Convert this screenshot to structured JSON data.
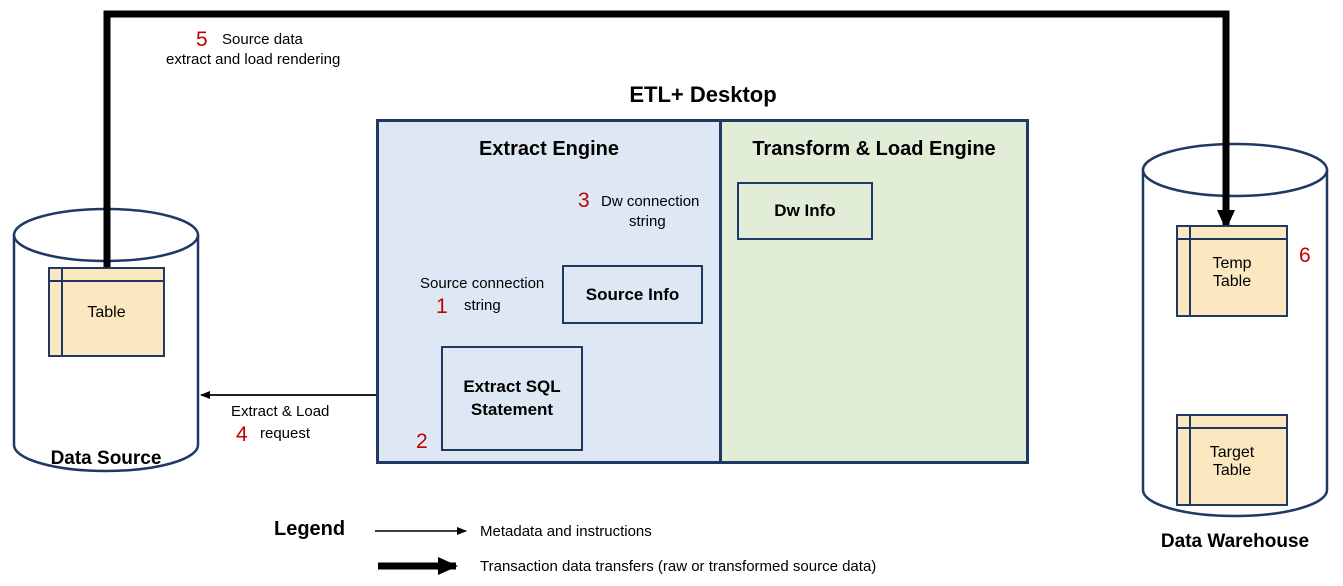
{
  "diagram": {
    "title": "ETL+ Desktop",
    "panels": [
      {
        "id": "extract",
        "heading": "Extract Engine",
        "color": "#DEE8F4"
      },
      {
        "id": "transform_load",
        "heading": "Transform & Load Engine",
        "color": "#E2EDD8"
      }
    ],
    "boxes": {
      "dw_info": "Dw Info",
      "source_info": "Source Info",
      "extract_sql_line1": "Extract SQL",
      "extract_sql_line2": "Statement"
    },
    "stores": [
      {
        "id": "data_source",
        "label": "Data Source",
        "tables": [
          {
            "name": "Table"
          }
        ]
      },
      {
        "id": "data_warehouse",
        "label": "Data Warehouse",
        "tables": [
          {
            "name_line1": "Temp",
            "name_line2": "Table"
          },
          {
            "name_line1": "Target",
            "name_line2": "Table"
          }
        ]
      }
    ],
    "flows": [
      {
        "step": "1",
        "label_line1": "Source connection",
        "label_line2": "string",
        "type": "metadata"
      },
      {
        "step": "2",
        "label_line1": "",
        "label_line2": "",
        "type": "metadata"
      },
      {
        "step": "3",
        "label_line1": "Dw connection",
        "label_line2": "string",
        "type": "metadata"
      },
      {
        "step": "4",
        "label_line1": "Extract & Load",
        "label_line2": "request",
        "type": "metadata"
      },
      {
        "step": "5",
        "label_line1": "Source data",
        "label_line2": "extract and load rendering",
        "type": "transaction"
      },
      {
        "step": "6",
        "label_line1": "",
        "label_line2": "",
        "type": "transaction"
      }
    ],
    "legend": {
      "title": "Legend",
      "entries": [
        {
          "arrow": "thin",
          "text": "Metadata and instructions"
        },
        {
          "arrow": "thick",
          "text": "Transaction data transfers (raw or transformed  source data)"
        }
      ]
    },
    "colors": {
      "outline": "#1F3864",
      "extract_panel": "#DEE8F4",
      "transform_panel": "#E2EDD8",
      "table_fill": "#FBE8C0",
      "step_number": "#C00000",
      "arrow": "#000000"
    }
  }
}
